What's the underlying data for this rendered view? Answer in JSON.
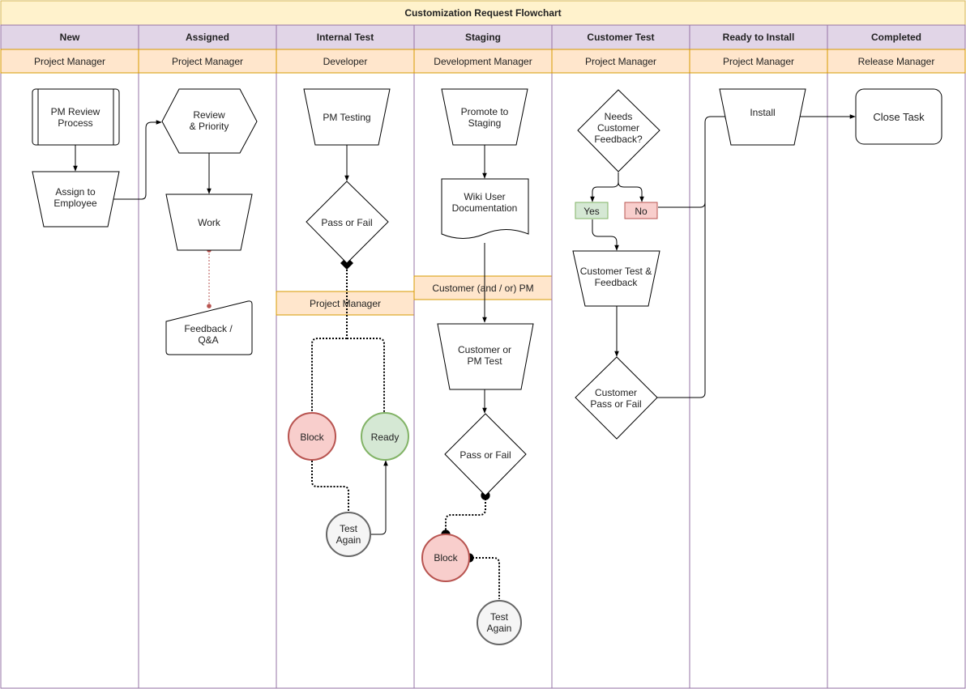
{
  "title": "Customization Request Flowchart",
  "lanes": [
    {
      "name": "New",
      "role": "Project Manager"
    },
    {
      "name": "Assigned",
      "role": "Project Manager"
    },
    {
      "name": "Internal Test",
      "role": "Developer"
    },
    {
      "name": "Staging",
      "role": "Development Manager"
    },
    {
      "name": "Customer Test",
      "role": "Project Manager"
    },
    {
      "name": "Ready to Install",
      "role": "Project Manager"
    },
    {
      "name": "Completed",
      "role": "Release Manager"
    }
  ],
  "sub_roles": {
    "internal_test": "Project Manager",
    "staging": "Customer (and / or) PM"
  },
  "nodes": {
    "pm_review": [
      "PM Review",
      "Process"
    ],
    "assign": [
      "Assign to",
      "Employee"
    ],
    "review_priority": [
      "Review",
      "& Priority"
    ],
    "work": [
      "Work"
    ],
    "feedback_qa": [
      "Feedback /",
      "Q&A"
    ],
    "pm_testing": [
      "PM Testing"
    ],
    "pass_fail_1": [
      "Pass or Fail"
    ],
    "block_1": [
      "Block"
    ],
    "ready": [
      "Ready"
    ],
    "test_again_1": [
      "Test",
      "Again"
    ],
    "promote": [
      "Promote to",
      "Staging"
    ],
    "wiki": [
      "Wiki User",
      "Documentation"
    ],
    "customer_pm_test": [
      "Customer or",
      "PM Test"
    ],
    "pass_fail_2": [
      "Pass or Fail"
    ],
    "block_2": [
      "Block"
    ],
    "test_again_2": [
      "Test",
      "Again"
    ],
    "needs_feedback": [
      "Needs",
      "Customer",
      "Feedback?"
    ],
    "yes": [
      "Yes"
    ],
    "no": [
      "No"
    ],
    "customer_test_feedback": [
      "Customer Test &",
      "Feedback"
    ],
    "customer_pass_fail": [
      "Customer",
      "Pass or Fail"
    ],
    "install": [
      "Install"
    ],
    "close_task": [
      "Close Task"
    ]
  },
  "colors": {
    "title_bg": "#fff2cc",
    "title_border": "#d6b656",
    "lane_header_bg": "#e1d5e7",
    "lane_border": "#9673a6",
    "role_bg": "#ffe6cc",
    "role_border": "#d79b00",
    "block_fill": "#f8cecc",
    "block_stroke": "#b85450",
    "ready_fill": "#d5e8d4",
    "ready_stroke": "#82b366",
    "retry_fill": "#f5f5f5",
    "retry_stroke": "#666666",
    "feedback_link": "#b85450"
  }
}
